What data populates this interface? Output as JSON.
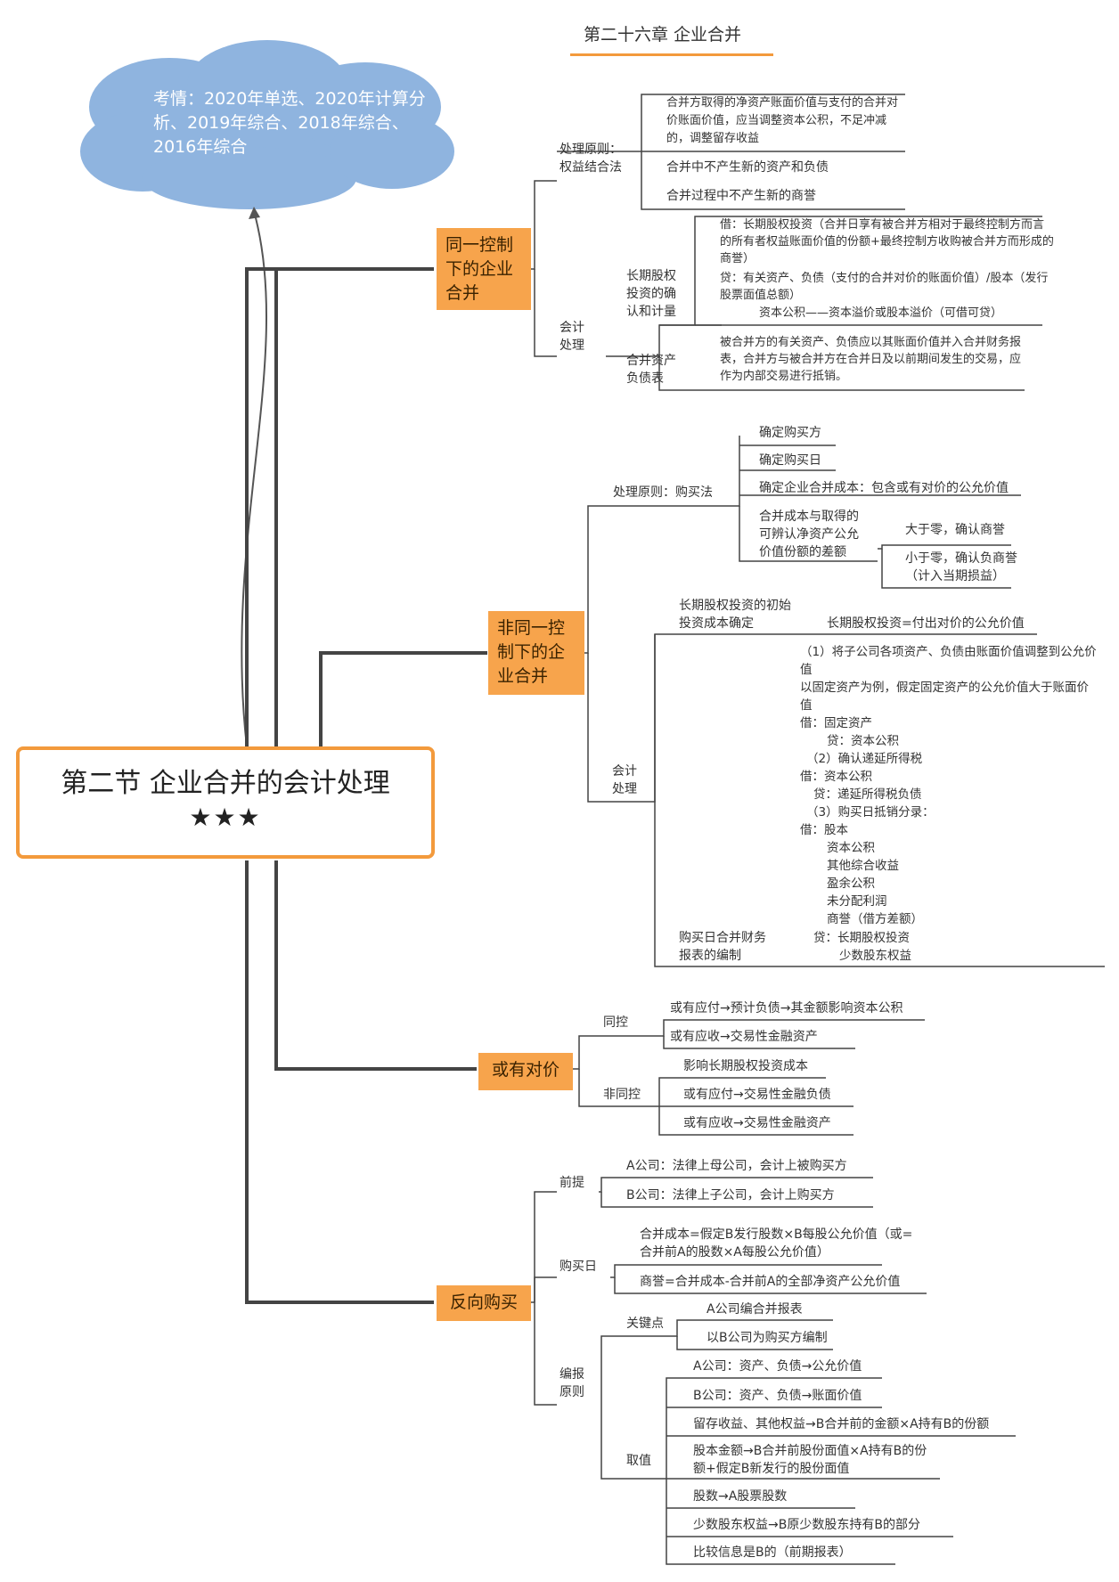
{
  "chapter_title": "第二十六章 企业合并",
  "cloud_text": "考情：2020年单选、2020年计算分析、2019年综合、2018年综合、2016年综合",
  "section": {
    "title": "第二节 企业合并的会计处理",
    "stars": "★★★"
  },
  "branches": {
    "same_control": {
      "label": "同一控制下的企业合并",
      "principle_label": "处理原则：权益结合法",
      "principle_items": [
        "合并方取得的净资产账面价值与支付的合并对价账面价值，应当调整资本公积，不足冲减的，调整留存收益",
        "合并中不产生新的资产和负债",
        "合并过程中不产生新的商誉"
      ],
      "accounting_label": "会计处理",
      "ltei_label": "长期股权投资的确认和计量",
      "ltei_debit": "借：长期股权投资（合并日享有被合并方相对于最终控制方而言的所有者权益账面价值的份额+最终控制方收购被合并方而形成的商誉）",
      "ltei_credit": "贷：有关资产、负债（支付的合并对价的账面价值）/股本（发行股票面值总额）",
      "ltei_capital": "资本公积——资本溢价或股本溢价（可借可贷）",
      "consolidated_label": "合并资产负债表",
      "consolidated_text": "被合并方的有关资产、负债应以其账面价值并入合并财务报表，合并方与被合并方在合并日及以前期间发生的交易，应作为内部交易进行抵销。"
    },
    "non_same_control": {
      "label": "非同一控制下的企业合并",
      "principle_label": "处理原则：购买法",
      "principle_items": [
        "确定购买方",
        "确定购买日",
        "确定企业合并成本：包含或有对价的公允价值"
      ],
      "diff_label": "合并成本与取得的可辨认净资产公允价值份额的差额",
      "diff_items": [
        "大于零，确认商誉",
        "小于零，确认负商誉（计入当期损益）"
      ],
      "accounting_label": "会计处理",
      "initial_label": "长期股权投资的初始投资成本确定",
      "initial_text": "长期股权投资=付出对价的公允价值",
      "purchase_date_label": "购买日合并财务报表的编制",
      "entries": [
        "（1）将子公司各项资产、负债由账面价值调整到公允价值",
        "以固定资产为例，假定固定资产的公允价值大于账面价值",
        "借：固定资产",
        "贷：资本公积",
        "（2）确认递延所得税",
        "借：资本公积",
        "贷：递延所得税负债",
        "（3）购买日抵销分录：",
        "借：股本",
        "资本公积",
        "其他综合收益",
        "盈余公积",
        "未分配利润",
        "商誉（借方差额）",
        "贷：长期股权投资",
        "少数股东权益"
      ]
    },
    "contingent": {
      "label": "或有对价",
      "same_label": "同控",
      "same_items": [
        "或有应付→预计负债→其金额影响资本公积",
        "或有应收→交易性金融资产"
      ],
      "non_same_label": "非同控",
      "non_same_items": [
        "影响长期股权投资成本",
        "或有应付→交易性金融负债",
        "或有应收→交易性金融资产"
      ]
    },
    "reverse": {
      "label": "反向购买",
      "premise_label": "前提",
      "premise_items": [
        "A公司：法律上母公司，会计上被购买方",
        "B公司：法律上子公司，会计上购买方"
      ],
      "purchase_date_label": "购买日",
      "purchase_date_items": [
        "合并成本=假定B发行股数×B每股公允价值（或=合并前A的股数×A每股公允价值）",
        "商誉=合并成本-合并前A的全部净资产公允价值"
      ],
      "report_label": "编报原则",
      "key_label": "关键点",
      "key_items": [
        "A公司编合并报表",
        "以B公司为购买方编制"
      ],
      "value_label": "取值",
      "value_items": [
        "A公司：资产、负债→公允价值",
        "B公司：资产、负债→账面价值",
        "留存收益、其他权益→B合并前的金额×A持有B的份额",
        "股本金额→B合并前股份面值×A持有B的份额+假定B新发行的股份面值",
        "股数→A股票股数",
        "少数股东权益→B原少数股东持有B的部分",
        "比较信息是B的（前期报表）"
      ]
    }
  },
  "colors": {
    "orange": "#f7a44c",
    "cloud": "#8fb4df",
    "line": "#444444",
    "border": "#f39a3c"
  }
}
